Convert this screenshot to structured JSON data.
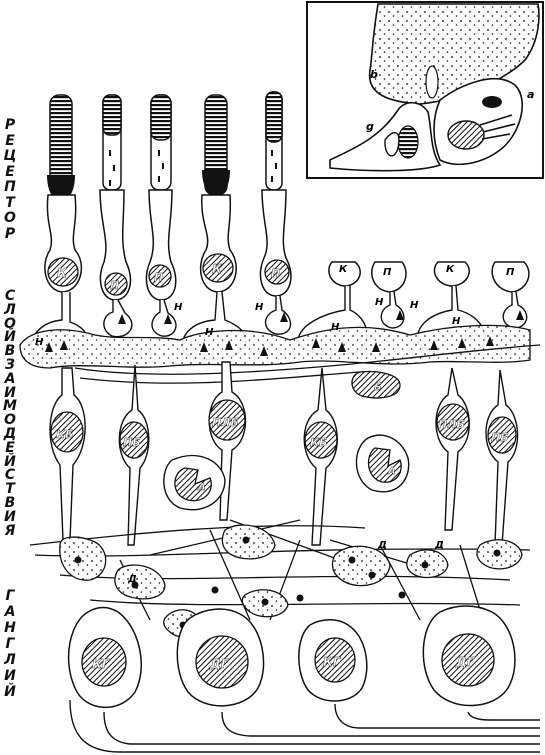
{
  "side_labels": {
    "receptor": "РЕЦЕПТОР",
    "interaction_layer": "СЛОЙ ВЗАИМОДЕЙСТВИЯ",
    "ganglion": "ГАНГЛИЙ"
  },
  "cell_labels": {
    "cone": "К",
    "rod": "П",
    "horizontal": "Н",
    "bipolar_cone": "КБ",
    "bipolar_rod": "ПБ",
    "bipolar_mixed": "ПЛБ",
    "bipolar_small": "Б",
    "amacrine": "А",
    "ganglion_small": "КГ",
    "ganglion_diffuse": "ДГ",
    "dendrite": "Д"
  },
  "inset_labels": {
    "a": "a",
    "b": "b",
    "g": "g"
  }
}
